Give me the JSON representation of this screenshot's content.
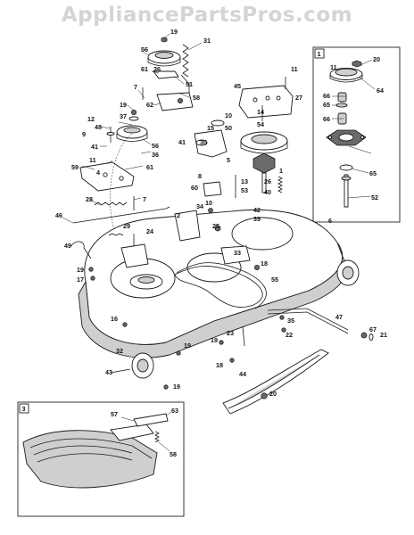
{
  "watermark": "AppliancePartsPros.com",
  "insets": [
    {
      "number": "1"
    },
    {
      "number": "3"
    }
  ],
  "callouts": {
    "c19a": "19",
    "c31": "31",
    "c56a": "56",
    "c61": "61",
    "c36a": "36",
    "c51": "51",
    "c7a": "7",
    "c58a": "58",
    "c62": "62",
    "c11a": "11",
    "c45": "45",
    "c27": "27",
    "c14": "14",
    "c10a": "10",
    "c54": "54",
    "c19b": "19",
    "c37": "37",
    "c12": "12",
    "c48": "48",
    "c9": "9",
    "c15": "15",
    "c50": "50",
    "c41a": "41",
    "c56b": "56",
    "c41b": "41",
    "c30": "30",
    "c1": "1",
    "c11b": "11",
    "c36b": "36",
    "c5": "5",
    "c59": "59",
    "c4": "4",
    "c61b": "61",
    "c8": "8",
    "c13": "13",
    "c26": "26",
    "c60": "60",
    "c53": "53",
    "c40": "40",
    "c28": "28",
    "c7b": "7",
    "c34": "34",
    "c10b": "10",
    "c42": "42",
    "c39": "39",
    "c46": "46",
    "c2": "2",
    "c25": "25",
    "c6": "6",
    "c29": "29",
    "c24": "24",
    "c33": "33",
    "c18a": "18",
    "c49": "49",
    "c19c": "19",
    "c17": "17",
    "c55": "55",
    "c16": "16",
    "c35": "35",
    "c47": "47",
    "c22": "22",
    "c19d": "19",
    "c23": "23",
    "c67": "67",
    "c21": "21",
    "c32": "32",
    "c19e": "19",
    "c18b": "18",
    "c43": "43",
    "c44": "44",
    "c19f": "19",
    "c20a": "20",
    "c11c": "11",
    "c20b": "20",
    "c64": "64",
    "c66a": "66",
    "c65a": "65",
    "c66b": "66",
    "c65b": "65",
    "c52": "52",
    "c57": "57",
    "c63": "63",
    "c58b": "58"
  }
}
